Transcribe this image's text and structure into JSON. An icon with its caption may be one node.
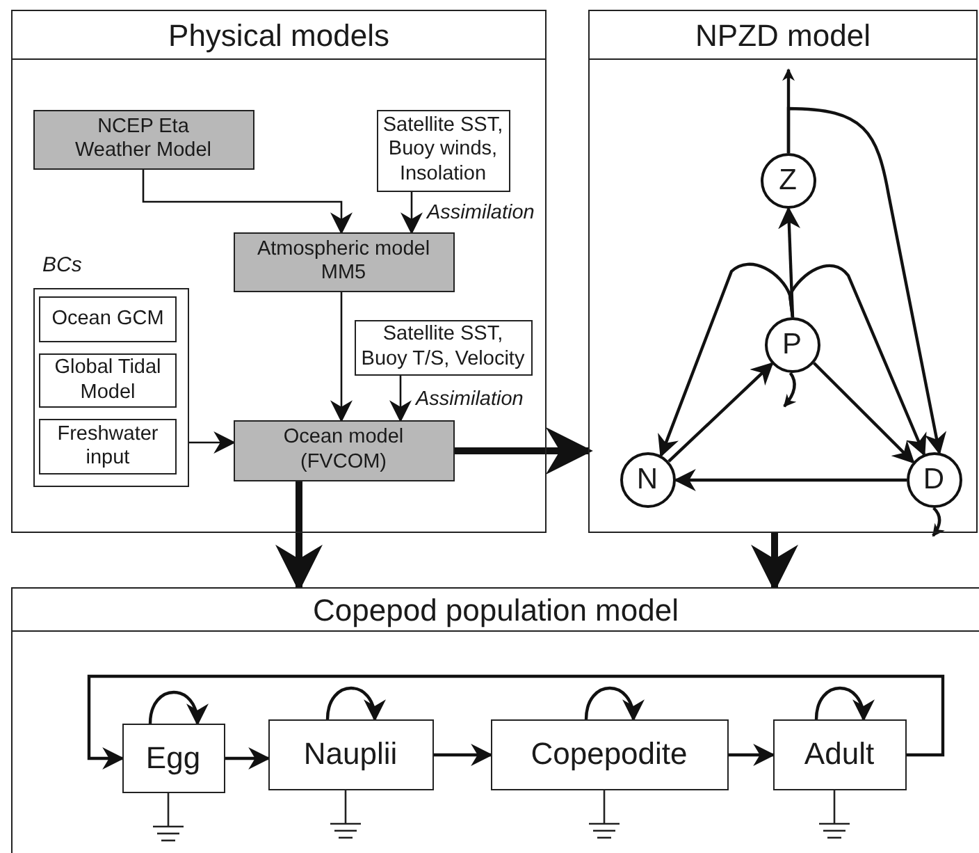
{
  "diagram": {
    "nodes": [
      {
        "text": [
          "Physical models"
        ]
      },
      {
        "text": [
          "NCEP Eta Weather Model"
        ],
        "in": 0
      },
      {
        "text": [
          "Satellite SST, Buoy winds, Insolation"
        ],
        "in": 0
      },
      {
        "text": [
          "Atmospheric model MM5"
        ],
        "in": 0
      },
      {
        "text": [
          "BCs"
        ],
        "in": 0
      },
      {
        "text": [
          "Ocean GCM"
        ],
        "in": 4
      },
      {
        "text": [
          "Global Tidal Model"
        ],
        "in": 4
      },
      {
        "text": [
          "Freshwater input"
        ],
        "in": 4
      },
      {
        "text": [
          "Satellite SST, Buoy T/S, Velocity"
        ],
        "in": 0
      },
      {
        "text": [
          "Ocean model (FVCOM)"
        ],
        "in": 0
      },
      {
        "text": [
          "NPZD model"
        ]
      },
      {
        "text": [
          "Z"
        ],
        "in": 10
      },
      {
        "text": [
          "P"
        ],
        "in": 10
      },
      {
        "text": [
          "N"
        ],
        "in": 10
      },
      {
        "text": [
          "D"
        ],
        "in": 10
      },
      {
        "text": [
          "Copepod population model"
        ]
      },
      {
        "text": [
          "Egg"
        ],
        "in": 15
      },
      {
        "text": [
          "Nauplii"
        ],
        "in": 15
      },
      {
        "text": [
          "Copepodite"
        ],
        "in": 15
      },
      {
        "text": [
          "Adult"
        ],
        "in": 15
      }
    ],
    "edges": [
      {
        "from": 1,
        "to": 3,
        "arrow": "to"
      },
      {
        "from": 2,
        "to": 3,
        "arrow": "to",
        "label": "Assimilation"
      },
      {
        "from": 3,
        "to": 9,
        "arrow": "to"
      },
      {
        "from": 8,
        "to": 9,
        "arrow": "to",
        "label": "Assimilation"
      },
      {
        "from": 4,
        "to": 9,
        "arrow": "to"
      },
      {
        "from": 9,
        "to": 10,
        "arrow": "to",
        "style": "thick"
      },
      {
        "from": 9,
        "to": 15,
        "arrow": "to",
        "style": "thick"
      },
      {
        "from": 10,
        "to": 15,
        "arrow": "to",
        "style": "thick"
      },
      {
        "from": 11,
        "to": null,
        "arrow": "to"
      },
      {
        "from": 11,
        "to": 14,
        "arrow": "to"
      },
      {
        "from": 12,
        "to": 11,
        "arrow": "to"
      },
      {
        "from": 12,
        "to": 13,
        "arrow": "to"
      },
      {
        "from": 12,
        "to": 14,
        "arrow": "to"
      },
      {
        "from": 12,
        "to": 14,
        "arrow": "to"
      },
      {
        "from": 13,
        "to": 12,
        "arrow": "to"
      },
      {
        "from": 14,
        "to": 13,
        "arrow": "to"
      },
      {
        "from": 12,
        "to": null,
        "arrow": "to"
      },
      {
        "from": 14,
        "to": null,
        "arrow": "to"
      },
      {
        "from": 16,
        "to": 17,
        "arrow": "to"
      },
      {
        "from": 17,
        "to": 18,
        "arrow": "to"
      },
      {
        "from": 18,
        "to": 19,
        "arrow": "to"
      },
      {
        "from": 19,
        "to": 16,
        "arrow": "to"
      },
      {
        "from": 16,
        "to": 16,
        "arrow": "to"
      },
      {
        "from": 17,
        "to": 17,
        "arrow": "to"
      },
      {
        "from": 18,
        "to": 18,
        "arrow": "to"
      },
      {
        "from": 19,
        "to": 19,
        "arrow": "to"
      }
    ]
  }
}
